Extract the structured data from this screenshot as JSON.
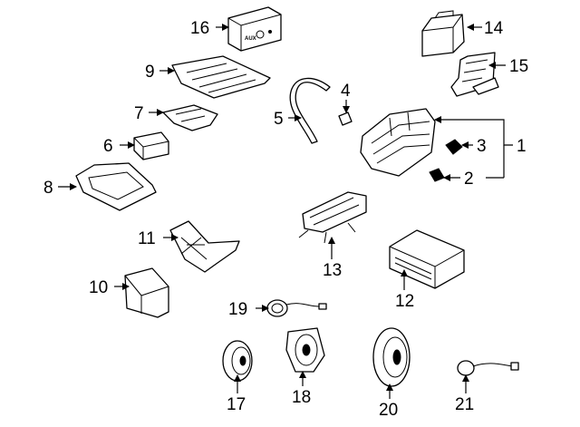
{
  "diagram": {
    "callouts": [
      "1",
      "2",
      "3",
      "4",
      "5",
      "6",
      "7",
      "8",
      "9",
      "10",
      "11",
      "12",
      "13",
      "14",
      "15",
      "16",
      "17",
      "18",
      "19",
      "20",
      "21"
    ],
    "panel_text": "AUX"
  }
}
